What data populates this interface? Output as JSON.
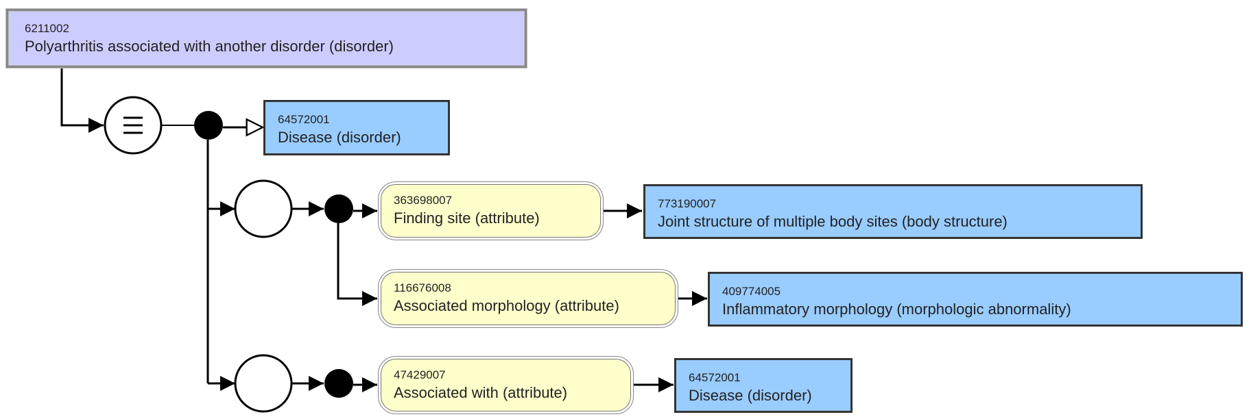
{
  "diagram": {
    "focus_concept": {
      "id": "6211002",
      "term": "Polyarthritis associated with another disorder (disorder)",
      "status": "fully-defined"
    },
    "definition_status_symbol": "≡",
    "parents": [
      {
        "id": "64572001",
        "term": "Disease (disorder)"
      }
    ],
    "role_groups": [
      {
        "relationships": [
          {
            "attribute": {
              "id": "363698007",
              "term": "Finding site (attribute)"
            },
            "value": {
              "id": "773190007",
              "term": "Joint structure of multiple body sites (body structure)"
            }
          },
          {
            "attribute": {
              "id": "116676008",
              "term": "Associated morphology (attribute)"
            },
            "value": {
              "id": "409774005",
              "term": "Inflammatory morphology (morphologic abnormality)"
            }
          }
        ]
      },
      {
        "relationships": [
          {
            "attribute": {
              "id": "47429007",
              "term": "Associated with (attribute)"
            },
            "value": {
              "id": "64572001",
              "term": "Disease (disorder)"
            }
          }
        ]
      }
    ],
    "colors": {
      "defined_concept": "#ccccff",
      "primitive_concept": "#99ccff",
      "attribute": "#ffffcc",
      "line": "#000000"
    }
  }
}
